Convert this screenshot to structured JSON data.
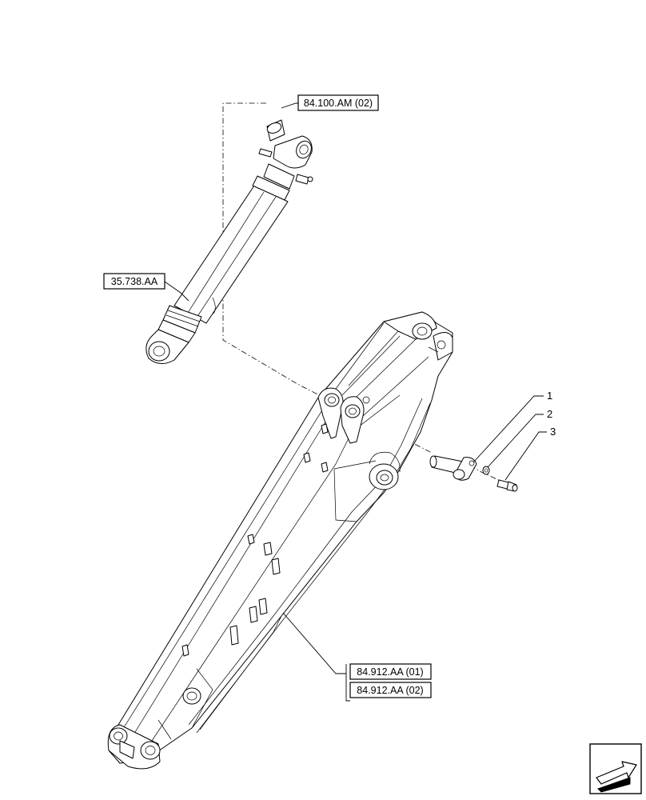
{
  "references": {
    "cylinder_fitting": "84.100.AM (02)",
    "cylinder": "35.738.AA",
    "boom_1": "84.912.AA (01)",
    "boom_2": "84.912.AA (02)"
  },
  "callouts": {
    "pin": "1",
    "washer": "2",
    "bolt": "3"
  },
  "nav_icon": "arrow-next-page-icon"
}
